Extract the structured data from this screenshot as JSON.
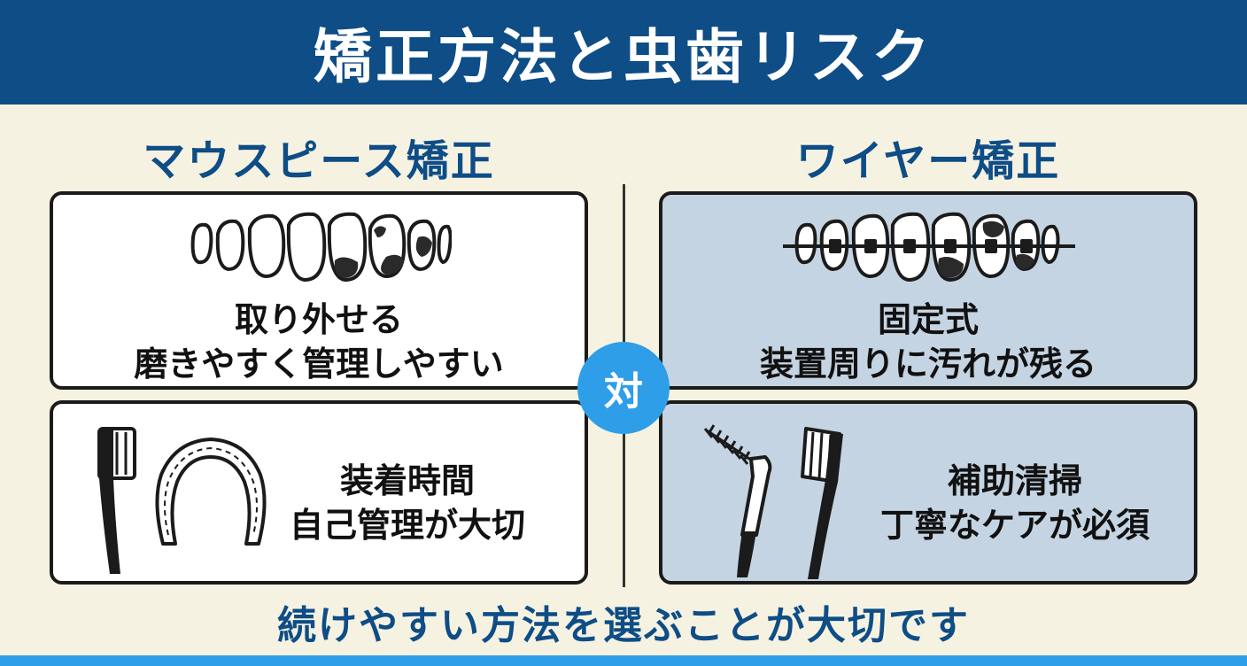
{
  "header": {
    "title": "矯正方法と虫歯リスク"
  },
  "left": {
    "title": "マウスピース矯正",
    "card1": {
      "line1": "取り外せる",
      "line2": "磨きやすく管理しやすい"
    },
    "card2": {
      "line1": "装着時間",
      "line2": "自己管理が大切"
    }
  },
  "right": {
    "title": "ワイヤー矯正",
    "card1": {
      "line1": "固定式",
      "line2": "装置周りに汚れが残る"
    },
    "card2": {
      "line1": "補助清掃",
      "line2": "丁寧なケアが必須"
    }
  },
  "vs_label": "対",
  "footer": {
    "message": "続けやすい方法を選ぶことが大切です"
  },
  "colors": {
    "header_bg": "#0e4d86",
    "background": "#f6f2e2",
    "accent_blue": "#2f9ee8",
    "card_blue": "#c5d4e2",
    "title_text": "#0e4d86"
  },
  "icons": {
    "left_card1": "teeth-with-decay-icon",
    "left_card2": [
      "toothbrush-icon",
      "aligner-tray-icon"
    ],
    "right_card1": "teeth-with-braces-icon",
    "right_card2": [
      "interdental-brush-icon",
      "toothbrush-icon"
    ]
  }
}
